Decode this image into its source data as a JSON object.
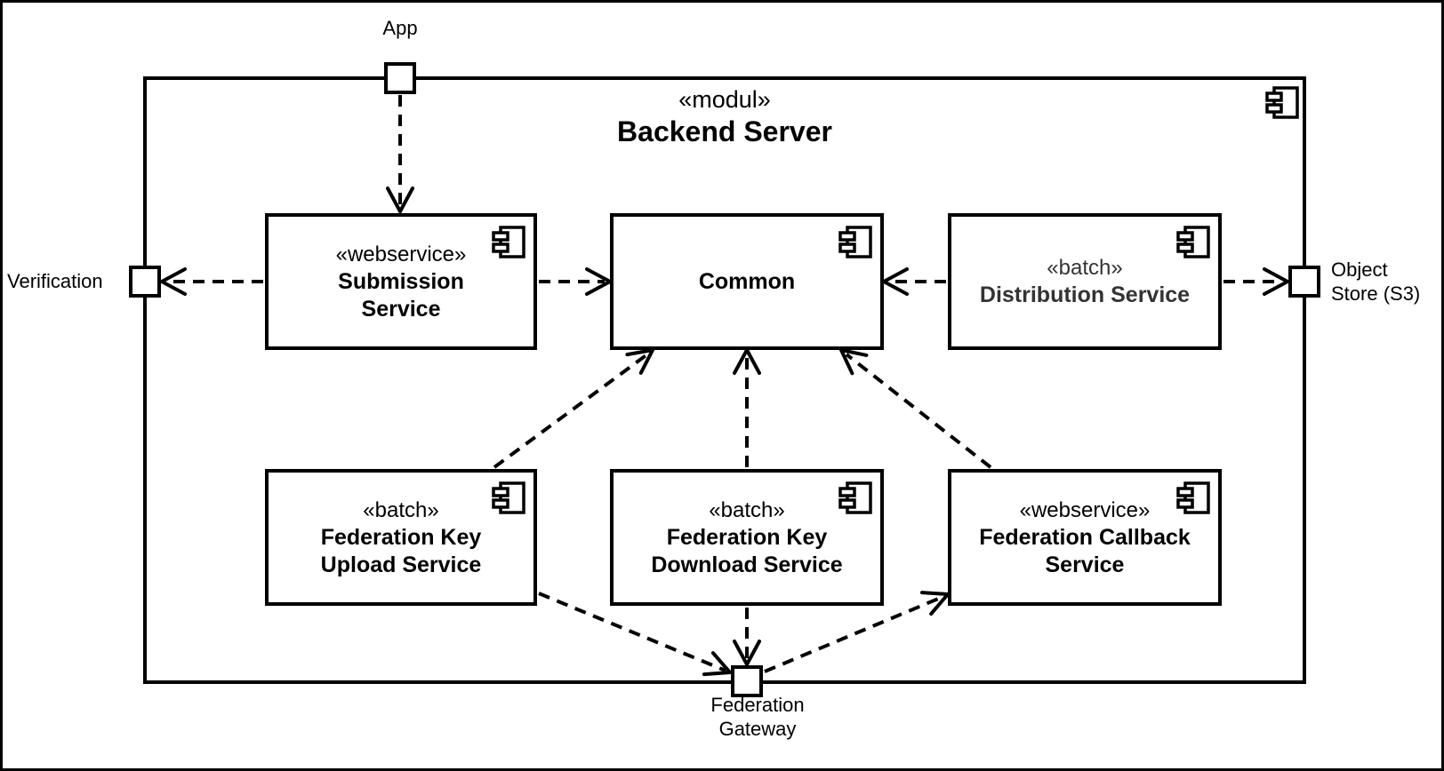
{
  "module": {
    "stereotype": "«modul»",
    "name": "Backend Server"
  },
  "components": {
    "submission": {
      "stereotype": "«webservice»",
      "name": "Submission\nService"
    },
    "common": {
      "name": "Common"
    },
    "distribution": {
      "stereotype": "«batch»",
      "name": "Distribution Service"
    },
    "federation_key_upload": {
      "stereotype": "«batch»",
      "name": "Federation Key\nUpload Service"
    },
    "federation_key_download": {
      "stereotype": "«batch»",
      "name": "Federation Key\nDownload Service"
    },
    "federation_callback": {
      "stereotype": "«webservice»",
      "name": "Federation Callback\nService"
    }
  },
  "ports": {
    "app": {
      "label": "App"
    },
    "verification": {
      "label": "Verification"
    },
    "object_store": {
      "label": "Object\nStore (S3)"
    },
    "federation_gateway": {
      "label": "Federation\nGateway"
    }
  },
  "relations": [
    {
      "from": "app-port",
      "to": "submission-service"
    },
    {
      "from": "submission-service",
      "to": "verification-port"
    },
    {
      "from": "submission-service",
      "to": "common"
    },
    {
      "from": "distribution-service",
      "to": "common"
    },
    {
      "from": "distribution-service",
      "to": "object-store-port"
    },
    {
      "from": "federation-key-upload-service",
      "to": "common"
    },
    {
      "from": "federation-key-download-service",
      "to": "common"
    },
    {
      "from": "federation-callback-service",
      "to": "common"
    },
    {
      "from": "federation-key-upload-service",
      "to": "federation-gateway-port"
    },
    {
      "from": "federation-key-download-service",
      "to": "federation-gateway-port"
    },
    {
      "from": "federation-gateway-port",
      "to": "federation-callback-service"
    }
  ],
  "colors": {
    "line": "#000000",
    "background": "#ffffff",
    "text": "#000000",
    "distribution_text": "#333333"
  }
}
